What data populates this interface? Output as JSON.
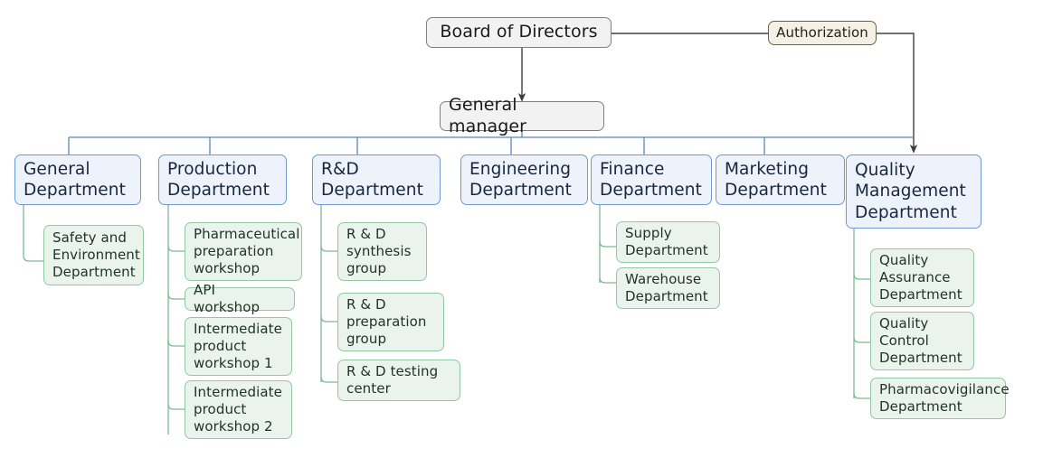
{
  "diagram": {
    "title": "Pharmaceutical Company Organizational Chart",
    "colors": {
      "root_fill": "#f2f2f2",
      "root_border": "#7f7f7f",
      "auth_fill": "#f4f1e4",
      "auth_border": "#6a6247",
      "dept_fill": "#eef2fb",
      "dept_border": "#6f9ad1",
      "sub_fill": "#eaf3ec",
      "sub_border": "#93c6a3",
      "root_connector": "#404040",
      "dept_connector": "#5b86b8",
      "sub_connector": "#7fb894"
    }
  },
  "nodes": {
    "board": {
      "label": "Board of Directors"
    },
    "authorization": {
      "label": "Authorization"
    },
    "general_manager": {
      "label": "General manager"
    },
    "departments": [
      {
        "id": "general",
        "label": "General\nDepartment",
        "children": [
          {
            "label": "Safety and\nEnvironment\nDepartment"
          }
        ]
      },
      {
        "id": "production",
        "label": "Production\nDepartment",
        "children": [
          {
            "label": "Pharmaceutical\npreparation\nworkshop"
          },
          {
            "label": "API workshop"
          },
          {
            "label": "Intermediate\nproduct\nworkshop 1"
          },
          {
            "label": "Intermediate\nproduct\nworkshop 2"
          }
        ]
      },
      {
        "id": "rnd",
        "label": "R&D\nDepartment",
        "children": [
          {
            "label": "R & D\nsynthesis\ngroup"
          },
          {
            "label": "R & D\npreparation\ngroup"
          },
          {
            "label": "R & D testing\ncenter"
          }
        ]
      },
      {
        "id": "engineering",
        "label": "Engineering\nDepartment",
        "children": []
      },
      {
        "id": "finance",
        "label": "Finance\nDepartment",
        "children": [
          {
            "label": "Supply\nDepartment"
          },
          {
            "label": "Warehouse\nDepartment"
          }
        ]
      },
      {
        "id": "marketing",
        "label": "Marketing\nDepartment",
        "children": []
      },
      {
        "id": "quality",
        "label": "Quality\nManagement\nDepartment",
        "children": [
          {
            "label": "Quality\nAssurance\nDepartment"
          },
          {
            "label": "Quality\nControl\nDepartment"
          },
          {
            "label": "Pharmacovigilance\nDepartment"
          }
        ]
      }
    ]
  }
}
